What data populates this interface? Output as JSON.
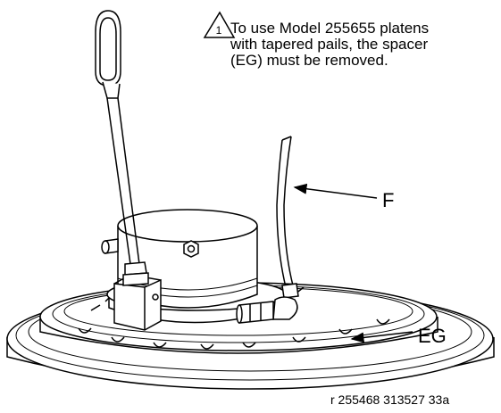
{
  "note": {
    "marker": "1",
    "lines": [
      "To use Model 255655 platens",
      "with tapered pails, the spacer",
      "(EG) must be removed."
    ]
  },
  "callouts": {
    "f": "F",
    "eg": "EG"
  },
  "figure_ref": "r 255468 313527 33a",
  "colors": {
    "line": "#000000",
    "fill": "#ffffff"
  }
}
